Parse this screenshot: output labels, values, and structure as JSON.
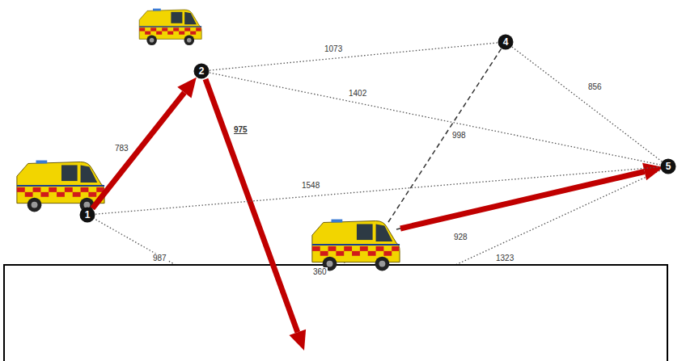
{
  "diagram": {
    "nodes": [
      {
        "text": [
          "1"
        ]
      },
      {
        "text": [
          "2"
        ]
      },
      {
        "text": [
          "4"
        ]
      },
      {
        "text": [
          "5"
        ]
      }
    ],
    "edges": [
      {
        "from": 0,
        "to": 1,
        "label": "783",
        "arrow": "none"
      },
      {
        "from": 1,
        "to": 2,
        "label": "1073",
        "arrow": "none"
      },
      {
        "from": 1,
        "to": 3,
        "label": "1402",
        "arrow": "none"
      },
      {
        "from": 2,
        "to": 3,
        "label": "856",
        "arrow": "none"
      },
      {
        "from": 0,
        "to": 3,
        "label": "1548",
        "arrow": "none"
      },
      {
        "from": 0,
        "to": 1,
        "arrow": "to"
      }
    ],
    "labels": [
      "975",
      "998",
      "928",
      "1323",
      "987",
      "360"
    ]
  }
}
